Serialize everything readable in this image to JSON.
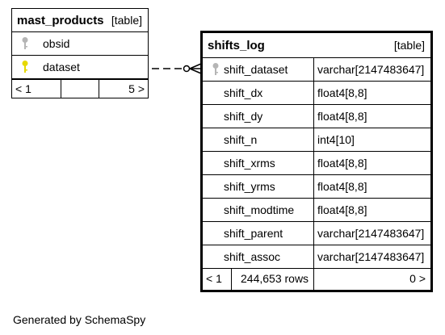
{
  "mast_products": {
    "name": "mast_products",
    "kind": "[table]",
    "columns": [
      {
        "name": "obsid",
        "key": "primary"
      },
      {
        "name": "dataset",
        "key": "foreign"
      }
    ],
    "footer": {
      "left": "< 1",
      "middle": "",
      "right": "5 >"
    }
  },
  "shifts_log": {
    "name": "shifts_log",
    "kind": "[table]",
    "columns": [
      {
        "name": "shift_dataset",
        "type": "varchar[2147483647]",
        "key": "primary"
      },
      {
        "name": "shift_dx",
        "type": "float4[8,8]"
      },
      {
        "name": "shift_dy",
        "type": "float4[8,8]"
      },
      {
        "name": "shift_n",
        "type": "int4[10]"
      },
      {
        "name": "shift_xrms",
        "type": "float4[8,8]"
      },
      {
        "name": "shift_yrms",
        "type": "float4[8,8]"
      },
      {
        "name": "shift_modtime",
        "type": "float4[8,8]"
      },
      {
        "name": "shift_parent",
        "type": "varchar[2147483647]"
      },
      {
        "name": "shift_assoc",
        "type": "varchar[2147483647]"
      }
    ],
    "footer": {
      "left": "< 1",
      "middle": "244,653 rows",
      "right": "0 >"
    }
  },
  "generated_by": "Generated by SchemaSpy",
  "colors": {
    "primary_key": "#b5b5b5",
    "foreign_key": "#e6d800",
    "border": "#000000"
  }
}
